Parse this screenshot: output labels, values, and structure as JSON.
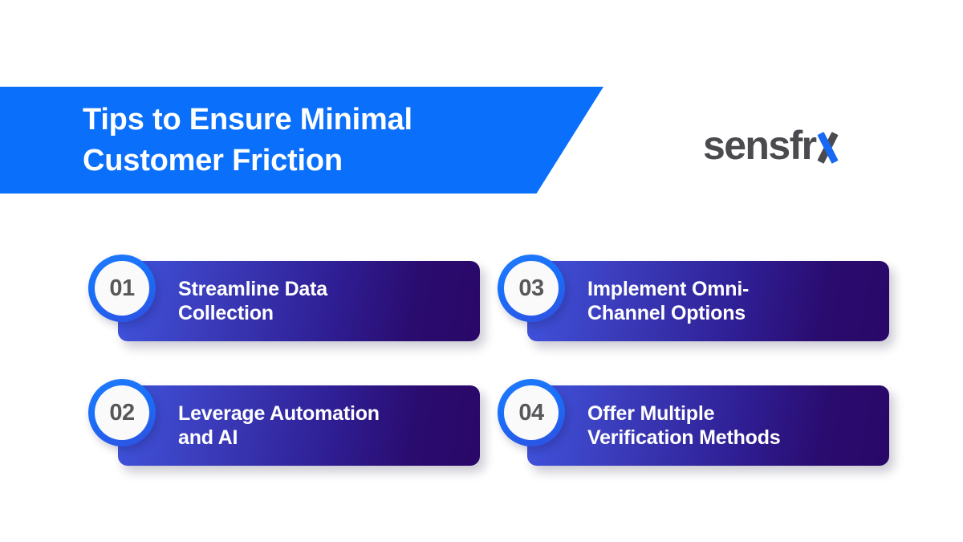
{
  "header": {
    "title": "Tips to Ensure Minimal\nCustomer Friction",
    "banner_color": "#0a6ffa",
    "title_color": "#ffffff"
  },
  "logo": {
    "wordmark": "sensfr",
    "mark_letter": "x",
    "text_color": "#4a4a4f",
    "accent_color": "#1769f5",
    "full_name": "sensfrx"
  },
  "cards": [
    {
      "number": "01",
      "label": "Streamline Data\nCollection",
      "position": "row1-col1"
    },
    {
      "number": "02",
      "label": "Leverage Automation\nand AI",
      "position": "row2-col1"
    },
    {
      "number": "03",
      "label": "Implement Omni-\nChannel Options",
      "position": "row1-col2"
    },
    {
      "number": "04",
      "label": "Offer Multiple\nVerification Methods",
      "position": "row2-col2"
    }
  ],
  "theme": {
    "background": "#ffffff",
    "card_gradient_start": "#3f54dd",
    "card_gradient_end": "#290868",
    "circle_ring": "#1a6ef8",
    "circle_fill": "#fafafa",
    "number_text": "#58585b"
  }
}
